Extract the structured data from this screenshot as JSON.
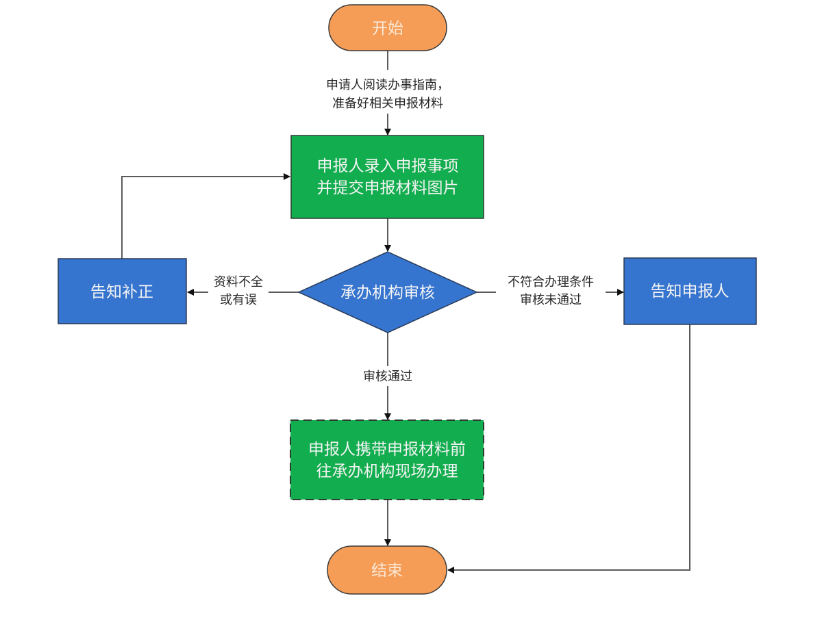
{
  "diagram": {
    "type": "flowchart",
    "colors": {
      "terminal_fill": "#F59D56",
      "process_fill": "#12AD4E",
      "decision_fill": "#3574CF",
      "notify_fill": "#3574CF",
      "edge": "#5A5A5A"
    },
    "nodes": {
      "start": {
        "label": "开始",
        "shape": "terminal"
      },
      "submit": {
        "lines": [
          "申报人录入申报事项",
          "并提交申报材料图片"
        ],
        "shape": "process"
      },
      "review": {
        "label": "承办机构审核",
        "shape": "decision"
      },
      "correction": {
        "label": "告知补正",
        "shape": "process"
      },
      "notify": {
        "label": "告知申报人",
        "shape": "process"
      },
      "onsite": {
        "lines": [
          "申报人携带申报材料前",
          "往承办机构现场办理"
        ],
        "shape": "process-dashed"
      },
      "end": {
        "label": "结束",
        "shape": "terminal"
      }
    },
    "edges": {
      "start_to_submit": {
        "from": "start",
        "to": "submit",
        "lines": [
          "申请人阅读办事指南，",
          "准备好相关申报材料"
        ]
      },
      "submit_to_review": {
        "from": "submit",
        "to": "review"
      },
      "review_to_correction": {
        "from": "review",
        "to": "correction",
        "lines": [
          "资料不全",
          "或有误"
        ]
      },
      "correction_to_submit": {
        "from": "correction",
        "to": "submit"
      },
      "review_to_notify": {
        "from": "review",
        "to": "notify",
        "lines": [
          "不符合办理条件",
          "审核未通过"
        ]
      },
      "review_to_onsite": {
        "from": "review",
        "to": "onsite",
        "label": "审核通过"
      },
      "onsite_to_end": {
        "from": "onsite",
        "to": "end"
      },
      "notify_to_end": {
        "from": "notify",
        "to": "end"
      }
    }
  }
}
